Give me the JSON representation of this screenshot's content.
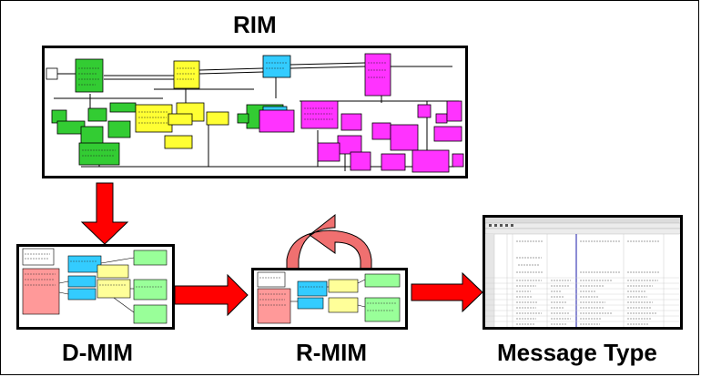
{
  "labels": {
    "rim": "RIM",
    "dmim": "D-MIM",
    "rmim": "R-MIM",
    "message_type": "Message Type"
  },
  "colors": {
    "arrow_red": "#ff0000",
    "arrow_salmon": "#f07070",
    "green": "#33cc33",
    "yellow": "#ffff33",
    "cyan": "#33ccff",
    "magenta": "#ff33ff",
    "pink": "#ff9999",
    "light_green": "#99ff99",
    "light_yellow": "#ffff99"
  }
}
